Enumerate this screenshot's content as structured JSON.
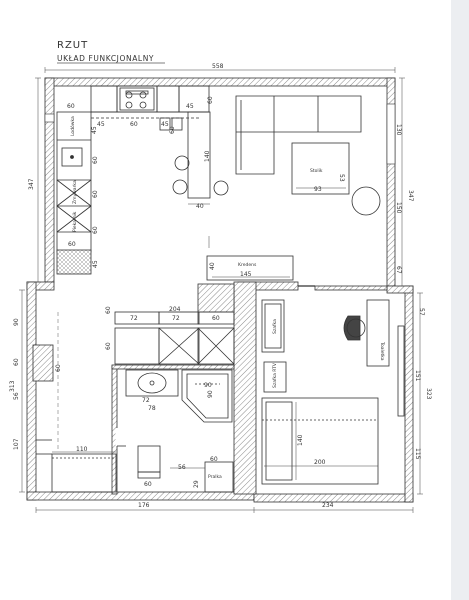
{
  "header": {
    "title": "RZUT",
    "subtitle": "UKŁAD FUNKCJONALNY"
  },
  "dimensions": {
    "top_total": "558",
    "left_upper": "347",
    "right_upper": "347",
    "left_lower": "313",
    "right_lower": "323",
    "bottom_left": "176",
    "bottom_right": "234",
    "right_130": "130",
    "right_150": "150",
    "right_67": "67",
    "right_57": "57",
    "right_151": "151",
    "right_115": "115",
    "left_90": "90",
    "left_60": "60",
    "left_56": "56",
    "left_107": "107",
    "kitchen_60_top": "60",
    "kitchen_45a": "45",
    "kitchen_60b": "60",
    "kitchen_45b": "45",
    "kitchen_45c": "45",
    "kitchen_60c": "60",
    "kitchen_45_top_right": "45",
    "kitchen_60_vert": "60",
    "counter_140": "140",
    "counter_40": "40",
    "col_60_1": "60",
    "col_60_2": "60",
    "col_60_3": "60",
    "col_45": "45",
    "col_60_bottom": "60",
    "col_45_2": "45",
    "wall_60a": "60",
    "bath_204": "204",
    "bath_72a": "72",
    "bath_72b": "72",
    "bath_60": "60",
    "bath_60_left": "60",
    "bath_72c": "72",
    "bath_78": "78",
    "bath_90a": "90",
    "bath_90b": "90",
    "bath_56": "56",
    "bath_60_wc": "60",
    "bath_60_bottom": "60",
    "bath_29": "29",
    "bath_60_right": "60",
    "wardrobe_110": "110",
    "bed_140": "140",
    "bed_200": "200",
    "corridor_60": "60",
    "cabinet_40": "40",
    "kredens_145": "145",
    "table_53": "53",
    "table_93": "93"
  },
  "labels": {
    "lodowka": "Lodówka",
    "zmywarka": "Zmywarka",
    "piekarnik": "Piekarnik",
    "stolik": "Stolik",
    "kredens": "Kredens",
    "szafka": "Szafka",
    "toaletka": "Toaletka",
    "szafka_rtv": "Szafka RTV",
    "pralka": "Pralka"
  },
  "colors": {
    "wall_hatch": "#8a8a8a",
    "line": "#333333",
    "background": "#ffffff",
    "scrollbar": "#eceef1"
  }
}
